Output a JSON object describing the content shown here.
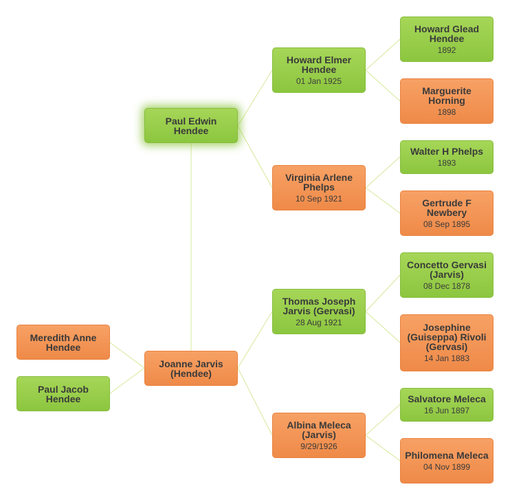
{
  "people": {
    "paul_edwin": {
      "name": "Paul Edwin Hendee",
      "date": ""
    },
    "joanne": {
      "name": "Joanne Jarvis (Hendee)",
      "date": ""
    },
    "meredith": {
      "name": "Meredith Anne Hendee",
      "date": ""
    },
    "paul_jacob": {
      "name": "Paul Jacob Hendee",
      "date": ""
    },
    "howard_elmer": {
      "name": "Howard Elmer Hendee",
      "date": "01 Jan 1925"
    },
    "virginia": {
      "name": "Virginia Arlene Phelps",
      "date": "10 Sep 1921"
    },
    "thomas": {
      "name": "Thomas Joseph Jarvis (Gervasi)",
      "date": "28 Aug 1921"
    },
    "albina": {
      "name": "Albina Meleca (Jarvis)",
      "date": "9/29/1926"
    },
    "howard_glead": {
      "name": "Howard Glead Hendee",
      "date": "1892"
    },
    "marguerite": {
      "name": "Marguerite Horning",
      "date": "1898"
    },
    "walter": {
      "name": "Walter H Phelps",
      "date": "1893"
    },
    "gertrude": {
      "name": "Gertrude F Newbery",
      "date": "08 Sep 1895"
    },
    "concetto": {
      "name": "Concetto Gervasi (Jarvis)",
      "date": "08 Dec 1878"
    },
    "josephine": {
      "name": "Josephine (Guiseppa) Rivoli (Gervasi)",
      "date": "14 Jan 1883"
    },
    "salvatore": {
      "name": "Salvatore Meleca",
      "date": "16 Jun 1897"
    },
    "philomena": {
      "name": "Philomena Meleca",
      "date": "04 Nov 1899"
    }
  },
  "colors": {
    "male": "#8cc63f",
    "female": "#ef8a48",
    "connector": "#d6e89a"
  }
}
